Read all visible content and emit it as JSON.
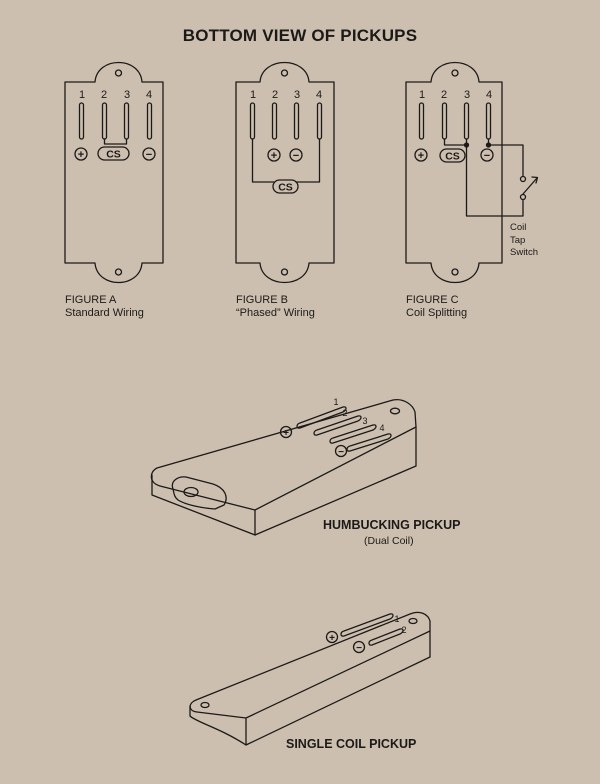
{
  "title": "BOTTOM VIEW OF PICKUPS",
  "terminal_numbers": [
    "1",
    "2",
    "3",
    "4"
  ],
  "polarity": {
    "plus": "+",
    "minus": "−"
  },
  "cs_label": "CS",
  "figures": [
    {
      "id": "a",
      "caption": "FIGURE A",
      "subcaption": "Standard Wiring"
    },
    {
      "id": "b",
      "caption": "FIGURE B",
      "subcaption": "“Phased” Wiring"
    },
    {
      "id": "c",
      "caption": "FIGURE C",
      "subcaption": "Coil Splitting"
    }
  ],
  "switch_label": [
    "Coil",
    "Tap",
    "Switch"
  ],
  "humbucking": {
    "title": "HUMBUCKING PICKUP",
    "subtitle": "(Dual Coil)",
    "terminals": [
      "1",
      "2",
      "3",
      "4"
    ]
  },
  "single_coil": {
    "title": "SINGLE COIL PICKUP",
    "terminals": [
      "1",
      "2"
    ]
  },
  "colors": {
    "background": "#cdbfaf",
    "ink": "#1c1a18"
  }
}
